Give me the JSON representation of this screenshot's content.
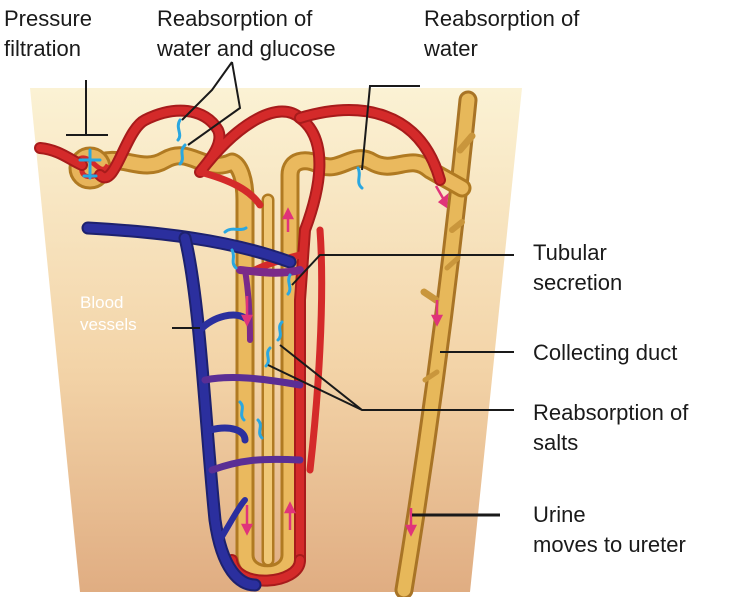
{
  "labels": {
    "pressure_filtration": [
      "Pressure",
      "filtration"
    ],
    "reabsorption_water_glucose": [
      "Reabsorption of",
      "water and glucose"
    ],
    "reabsorption_water": [
      "Reabsorption of",
      "water"
    ],
    "tubular_secretion": [
      "Tubular",
      "secretion"
    ],
    "blood_vessels": [
      "Blood",
      "vessels"
    ],
    "collecting_duct": "Collecting duct",
    "reabsorption_salts": [
      "Reabsorption of",
      "salts"
    ],
    "urine_moves": [
      "Urine",
      "moves to ureter"
    ]
  },
  "colors": {
    "artery": "#d42a2a",
    "vein": "#2b2f9e",
    "capillary_mix": "#7a2a8a",
    "tubule": "#e3ad4e",
    "tubule_edge": "#b98524",
    "reabsorption_arrow": "#2aa7e0",
    "flow_arrow": "#e0347a",
    "tissue_top": "#fbf0cf",
    "tissue_bottom": "#e2b188"
  },
  "icons": {
    "flow": "flow-arrow-icon",
    "reabsorption": "reabsorption-arrow-icon"
  }
}
